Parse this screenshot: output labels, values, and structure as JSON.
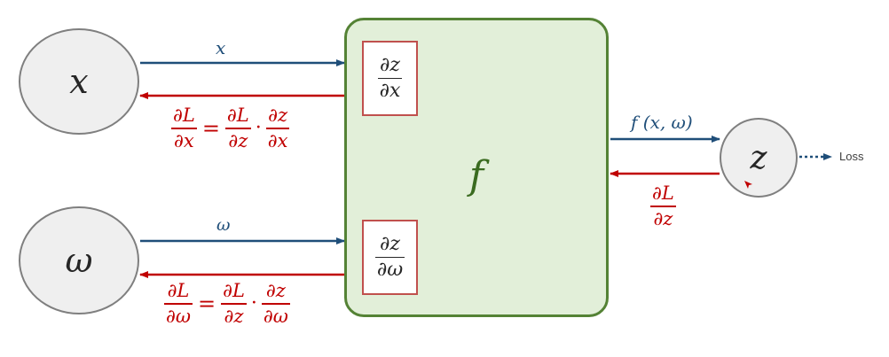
{
  "nodes": {
    "x": "x",
    "omega": "ω",
    "z": "z"
  },
  "function": {
    "label": "f"
  },
  "local_gradients": {
    "dz_dx": {
      "num": "∂z",
      "den": "∂x"
    },
    "dz_domega": {
      "num": "∂z",
      "den": "∂ω"
    }
  },
  "forward": {
    "x_label": "x",
    "omega_label": "ω",
    "output_label": "f (x, ω)"
  },
  "backward": {
    "dL_dz": {
      "num": "∂L",
      "den": "∂z"
    },
    "x_chain": {
      "lhs": {
        "num": "∂L",
        "den": "∂x"
      },
      "eq": "=",
      "a": {
        "num": "∂L",
        "den": "∂z"
      },
      "dot": "·",
      "b": {
        "num": "∂z",
        "den": "∂x"
      }
    },
    "omega_chain": {
      "lhs": {
        "num": "∂L",
        "den": "∂ω"
      },
      "eq": "=",
      "a": {
        "num": "∂L",
        "den": "∂z"
      },
      "dot": "·",
      "b": {
        "num": "∂z",
        "den": "∂ω"
      }
    }
  },
  "loss_label": "Loss",
  "colors": {
    "forward": "#1f4e79",
    "backward": "#c00000",
    "function_fill": "#e2efd9",
    "function_border": "#548235",
    "node_fill": "#efefef",
    "local_box_border": "#c0504d"
  }
}
